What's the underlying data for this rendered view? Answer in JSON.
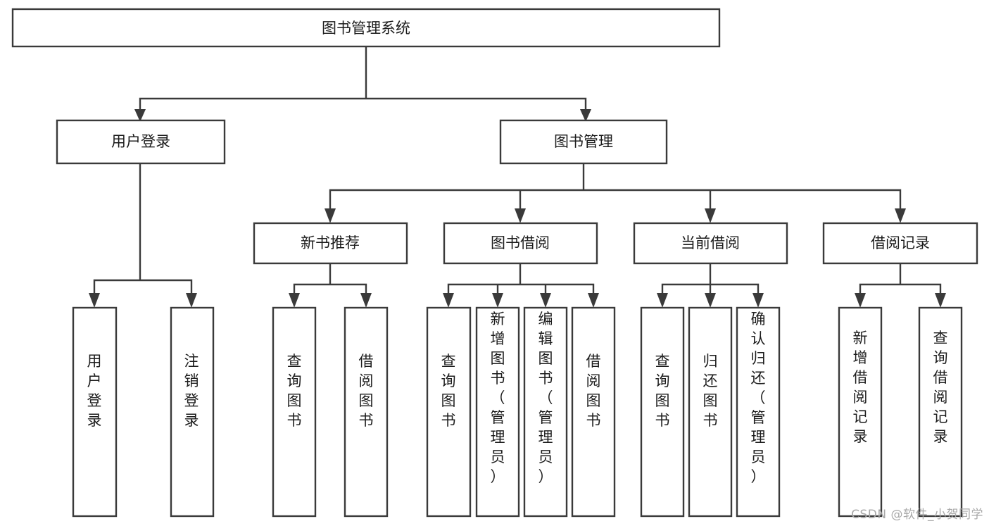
{
  "diagram": {
    "title": "图书管理系统",
    "type": "hierarchy-tree",
    "watermark": "CSDN @软件_小贺同学",
    "colors": {
      "stroke": "#3a3a3a",
      "box_fill": "#ffffff",
      "text": "#1c1c1c",
      "background": "#ffffff",
      "watermark": "#a8a8a8"
    },
    "levels": {
      "root": "图书管理系统",
      "level2": [
        "用户登录",
        "图书管理"
      ],
      "level3": [
        "新书推荐",
        "图书借阅",
        "当前借阅",
        "借阅记录"
      ],
      "level4": [
        "用户登录",
        "注销登录",
        "查询图书",
        "借阅图书",
        "查询图书",
        "新增图书（管理员）",
        "编辑图书（管理员）",
        "借阅图书",
        "查询图书",
        "归还图书",
        "确认归还（管理员）",
        "新增借阅记录",
        "查询借阅记录"
      ]
    },
    "nodes": {
      "root": {
        "label": "图书管理系统"
      },
      "user_login": {
        "label": "用户登录"
      },
      "book_manage": {
        "label": "图书管理"
      },
      "new_book_rec": {
        "label": "新书推荐"
      },
      "book_borrow": {
        "label": "图书借阅"
      },
      "current_borrow": {
        "label": "当前借阅"
      },
      "borrow_record": {
        "label": "借阅记录"
      },
      "leaf_user_login": {
        "label": "用户登录"
      },
      "leaf_logout": {
        "label": "注销登录"
      },
      "leaf_query_book_1": {
        "label": "查询图书"
      },
      "leaf_borrow_book_1": {
        "label": "借阅图书"
      },
      "leaf_query_book_2": {
        "label": "查询图书"
      },
      "leaf_add_book": {
        "label": "新增图书（管理员）"
      },
      "leaf_edit_book": {
        "label": "编辑图书（管理员）"
      },
      "leaf_borrow_book_2": {
        "label": "借阅图书"
      },
      "leaf_query_book_3": {
        "label": "查询图书"
      },
      "leaf_return_book": {
        "label": "归还图书"
      },
      "leaf_confirm_return": {
        "label": "确认归还（管理员）"
      },
      "leaf_add_record": {
        "label": "新增借阅记录"
      },
      "leaf_query_record": {
        "label": "查询借阅记录"
      }
    }
  }
}
